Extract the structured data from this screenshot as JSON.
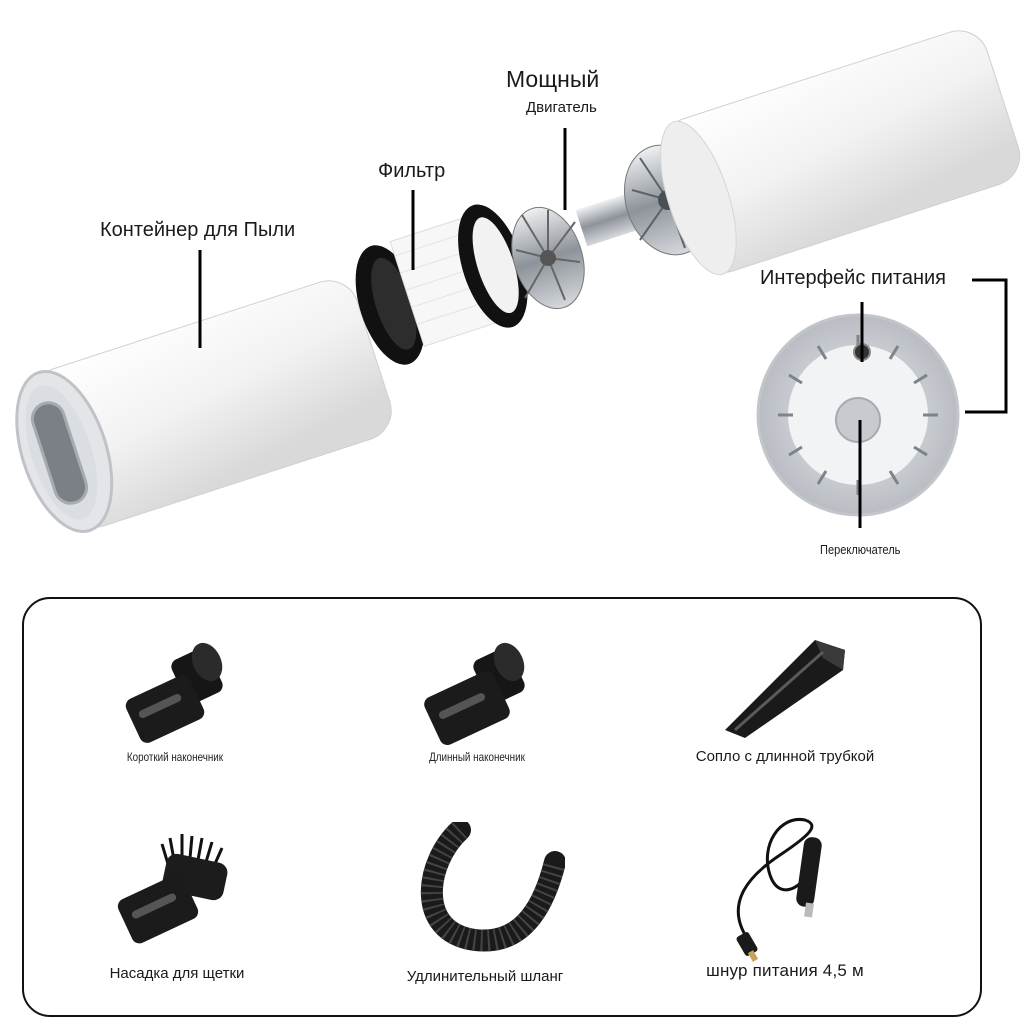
{
  "diagram": {
    "labels": {
      "dust_container": "Контейнер для Пыли",
      "filter": "Фильтр",
      "motor_title": "Мощный",
      "motor_subtitle": "Двигатель",
      "power_interface": "Интерфейс питания",
      "switch": "Переключатель"
    }
  },
  "accessories": {
    "items": [
      {
        "label": "Короткий наконечник",
        "icon": "short-nozzle-icon"
      },
      {
        "label": "Длинный наконечник",
        "icon": "long-nozzle-icon"
      },
      {
        "label": "Сопло с длинной трубкой",
        "icon": "crevice-nozzle-icon"
      },
      {
        "label": "Насадка для щетки",
        "icon": "brush-attachment-icon"
      },
      {
        "label": "Удлинительный шланг",
        "icon": "extension-hose-icon"
      },
      {
        "label": "шнур питания 4,5 м",
        "icon": "power-cord-icon"
      }
    ]
  },
  "colors": {
    "body_white": "#f4f4f4",
    "metal": "#9aa0a6",
    "black_part": "#1b1b1b",
    "cap_gray": "#c9ccd1"
  }
}
